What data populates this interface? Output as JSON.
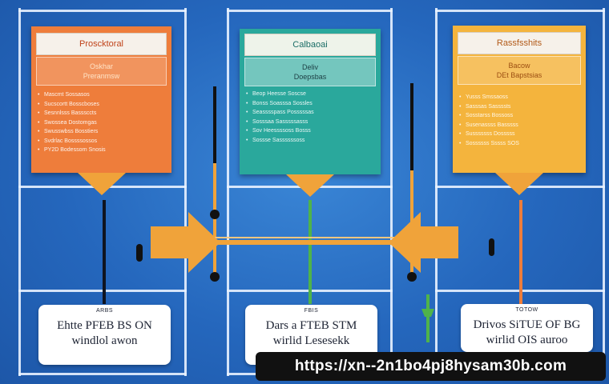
{
  "colors": {
    "background": "#2567bd",
    "card_orange": "#ee7d3b",
    "card_teal": "#2aa89c",
    "card_yellow": "#f4b43d",
    "arrow": "#f0a33a",
    "connector_green": "#4fb34a"
  },
  "cards": [
    {
      "title": "Proscktoral",
      "subtitle_1": "Oskhar",
      "subtitle_2": "Preranmsw",
      "lines": [
        "Mascmt Sossasos",
        "Sucscortt Bosscboses",
        "Sesnnlsss Basssccts",
        "Swossea Dostomgas",
        "Swusswbss Bosstiers",
        "Svdrlac Bossssossos",
        "PY2D Bodessorn Snosis"
      ]
    },
    {
      "title": "Calbaoai",
      "subtitle_1": "Deliv",
      "subtitle_2": "Doepsbas",
      "lines": [
        "Beop Heesse Soscse",
        "Bonss Soasssa Sossles",
        "Seasssspass Posssssas",
        "Sosssaa Sasssssasss",
        "Sov Heessssoss Bosss",
        "Sossse Sassssssoss"
      ]
    },
    {
      "title": "Rassfsshits",
      "subtitle_1": "Bacow",
      "subtitle_2": "DEt Bapstsias",
      "lines": [
        "Yusss Smssaoss",
        "Sasssas Sassssts",
        "Sosstarss Bossoss",
        "Susenassss Basssss",
        "Susssssss Dosssss",
        "Sossssss Sssss SOS"
      ]
    }
  ],
  "labels": [
    {
      "tiny": "ARBS",
      "line_1": "Ehtte PFEB BS ON",
      "line_2": "windlol awon"
    },
    {
      "tiny": "FBIS",
      "line_1": "Dars a FTEB STM",
      "line_2": "wirlid Lesesekk"
    },
    {
      "tiny": "TOTOW",
      "line_1": "Drivos SiTUE OF BG",
      "line_2": "wirlid OIS auroo"
    }
  ],
  "url_banner": "https://xn--2n1bo4pj8hysam30b.com"
}
